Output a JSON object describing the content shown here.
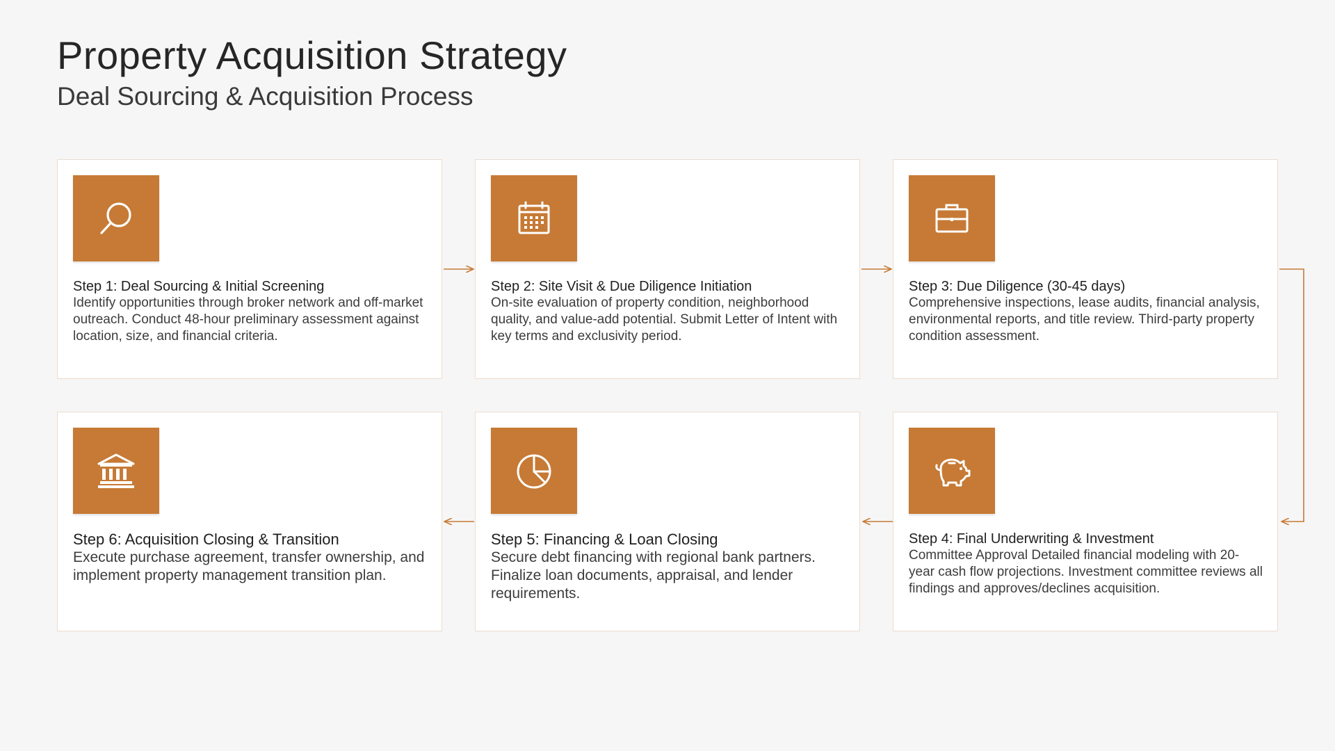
{
  "header": {
    "title": "Property Acquisition Strategy",
    "subtitle": "Deal Sourcing & Acquisition Process"
  },
  "accent_color": "#c67a35",
  "steps": [
    {
      "title": "Step 1: Deal Sourcing & Initial Screening",
      "description": "Identify opportunities through broker network and off-market outreach. Conduct 48-hour preliminary assessment against location, size, and financial criteria.",
      "icon": "search-icon"
    },
    {
      "title": "Step 2: Site Visit & Due Diligence Initiation",
      "description": "On-site evaluation of property condition, neighborhood quality, and value-add potential. Submit Letter of Intent with key terms and exclusivity period.",
      "icon": "calendar-icon"
    },
    {
      "title": "Step 3: Due Diligence (30-45 days)",
      "description": "Comprehensive inspections, lease audits, financial analysis, environmental reports, and title review. Third-party property condition assessment.",
      "icon": "briefcase-icon"
    },
    {
      "title": "Step 4: Final Underwriting & Investment",
      "description": "Committee Approval Detailed financial modeling with 20-year cash flow projections. Investment committee reviews all findings and approves/declines acquisition.",
      "icon": "piggy-bank-icon"
    },
    {
      "title": "Step 5: Financing & Loan Closing",
      "description": "Secure debt financing with regional bank partners. Finalize loan documents, appraisal, and lender requirements.",
      "icon": "pie-chart-icon"
    },
    {
      "title": "Step 6: Acquisition Closing & Transition",
      "description": "Execute purchase agreement, transfer ownership, and implement property management transition plan.",
      "icon": "bank-icon"
    }
  ]
}
